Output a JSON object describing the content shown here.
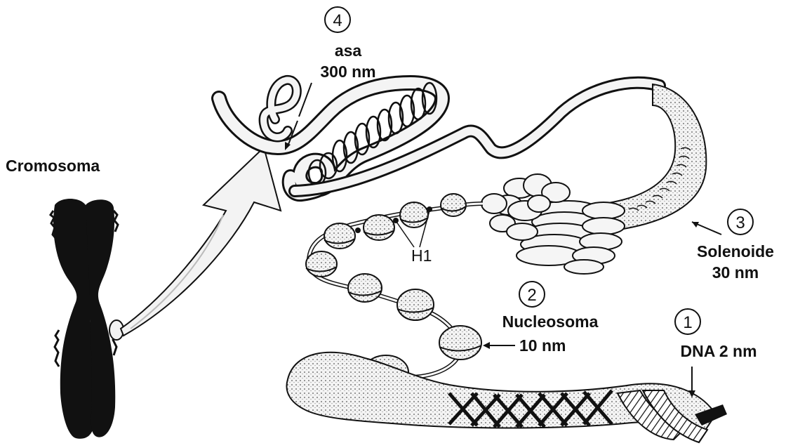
{
  "colors": {
    "ink": "#111111",
    "paper": "#ffffff",
    "stipple": "#d9d9d9",
    "fiber_fill": "#efefef"
  },
  "labels": {
    "cromosoma": "Cromosoma",
    "step4": {
      "number": "4",
      "name": "asa",
      "size": "300 nm"
    },
    "step3": {
      "number": "3",
      "name": "Solenoide",
      "size": "30 nm"
    },
    "step2": {
      "number": "2",
      "name": "Nucleosoma",
      "size": "10 nm"
    },
    "step1": {
      "number": "1",
      "name": "DNA 2 nm"
    },
    "h1": "H1"
  }
}
